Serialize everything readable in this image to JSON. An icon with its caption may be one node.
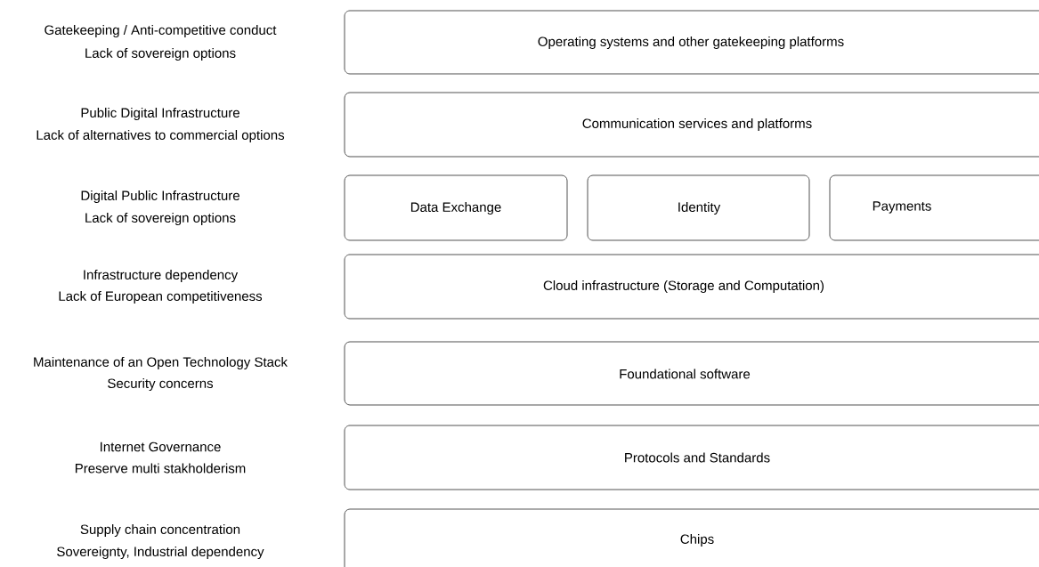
{
  "diagram": {
    "nodes": [
      {
        "text": [
          "Operating systems and other gatekeeping platforms"
        ]
      },
      {
        "text": [
          "Communication services and platforms"
        ]
      },
      {
        "text": [
          "Data Exchange"
        ]
      },
      {
        "text": [
          "Identity"
        ]
      },
      {
        "text": [
          "Payments"
        ]
      },
      {
        "text": [
          "Cloud infrastructure (Storage and Computation)"
        ]
      },
      {
        "text": [
          "Foundational software"
        ]
      },
      {
        "text": [
          "Protocols and Standards"
        ]
      },
      {
        "text": [
          "Chips"
        ]
      }
    ],
    "labels": [
      "Gatekeeping / Anti-competitive conduct",
      "Lack of sovereign options",
      "Public Digital Infrastructure",
      "Lack of alternatives to commercial options",
      "Digital Public Infrastructure",
      "Lack of sovereign options",
      "Infrastructure dependency",
      "Lack of European competitiveness",
      "Maintenance of an Open Technology Stack",
      "Security concerns",
      "Internet Governance",
      "Preserve multi stakholderism",
      "Supply chain concentration",
      "Sovereignty, Industrial dependency"
    ]
  }
}
